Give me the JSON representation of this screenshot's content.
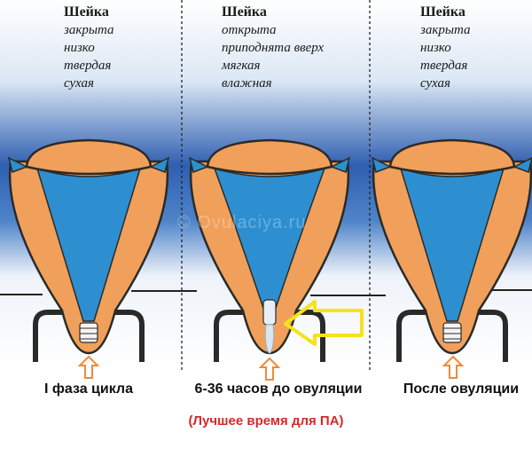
{
  "panels": [
    {
      "title": "Шейка",
      "lines": [
        "закрыта",
        "низко",
        "твердая",
        "сухая"
      ],
      "caption": "I фаза цикла"
    },
    {
      "title": "Шейка",
      "lines": [
        "открыта",
        "приподнята вверх",
        "мягкая",
        "влажная"
      ],
      "caption": "6-36 часов до овуляции"
    },
    {
      "title": "Шейка",
      "lines": [
        "закрыта",
        "низко",
        "твердая",
        "сухая"
      ],
      "caption": "После овуляции"
    }
  ],
  "note": "(Лучшее время для ПА)",
  "watermark": "© Ovulaciya.ru",
  "colors": {
    "uterus": "#f0a05a",
    "outline": "#2a2a2a",
    "cavity": "#2e8fd0",
    "arrow_orange": "#f08a3a",
    "arrow_yellow": "#f5e21a",
    "note_red": "#d42a2a"
  }
}
